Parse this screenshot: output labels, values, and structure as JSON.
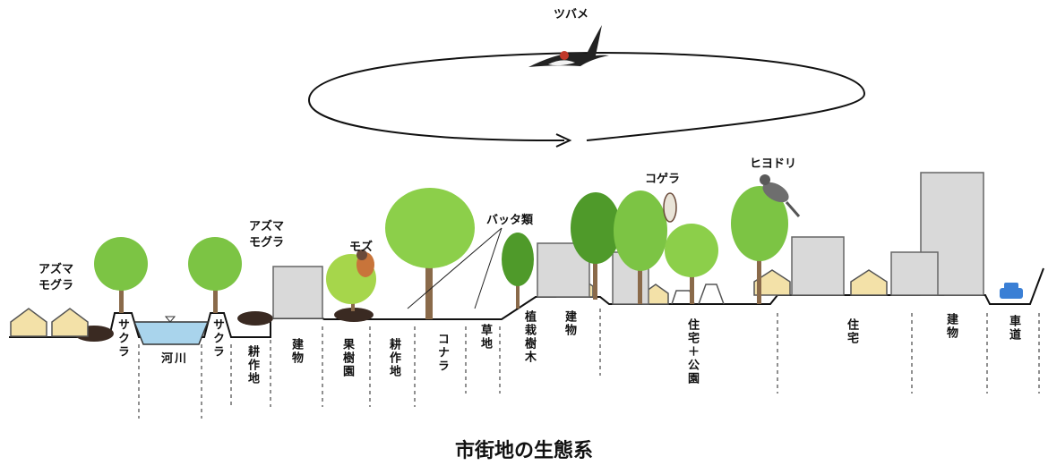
{
  "labels": {
    "swallow": "ツバメ",
    "mole_left_line1": "アズマ",
    "mole_left_line2": "モグラ",
    "mole_mid_line1": "アズマ",
    "mole_mid_line2": "モグラ",
    "shrike": "モズ",
    "grasshopper": "バッタ類",
    "woodpecker": "コゲラ",
    "bulbul": "ヒヨドリ"
  },
  "zones": {
    "sakura_left": "サクラ",
    "river": "河川",
    "sakura_right": "サクラ",
    "cropland_1": "耕作地",
    "building_1": "建物",
    "orchard": "果樹園",
    "cropland_2": "耕作地",
    "konara": "コナラ",
    "grassland": "草地",
    "planted_trees": "植栽樹木",
    "building_2": "建物",
    "housing_park": "住宅＋公園",
    "housing": "住宅",
    "building_3": "建物",
    "road": "車道"
  },
  "caption": "市街地の生態系",
  "colors": {
    "tree_green": "#7cc444",
    "tree_dark": "#4f9a2a",
    "trunk": "#8a6a4a",
    "building": "#d9d9d9",
    "house": "#f3e1a8",
    "water": "#a9d4ec",
    "mole": "#3a2a22"
  }
}
